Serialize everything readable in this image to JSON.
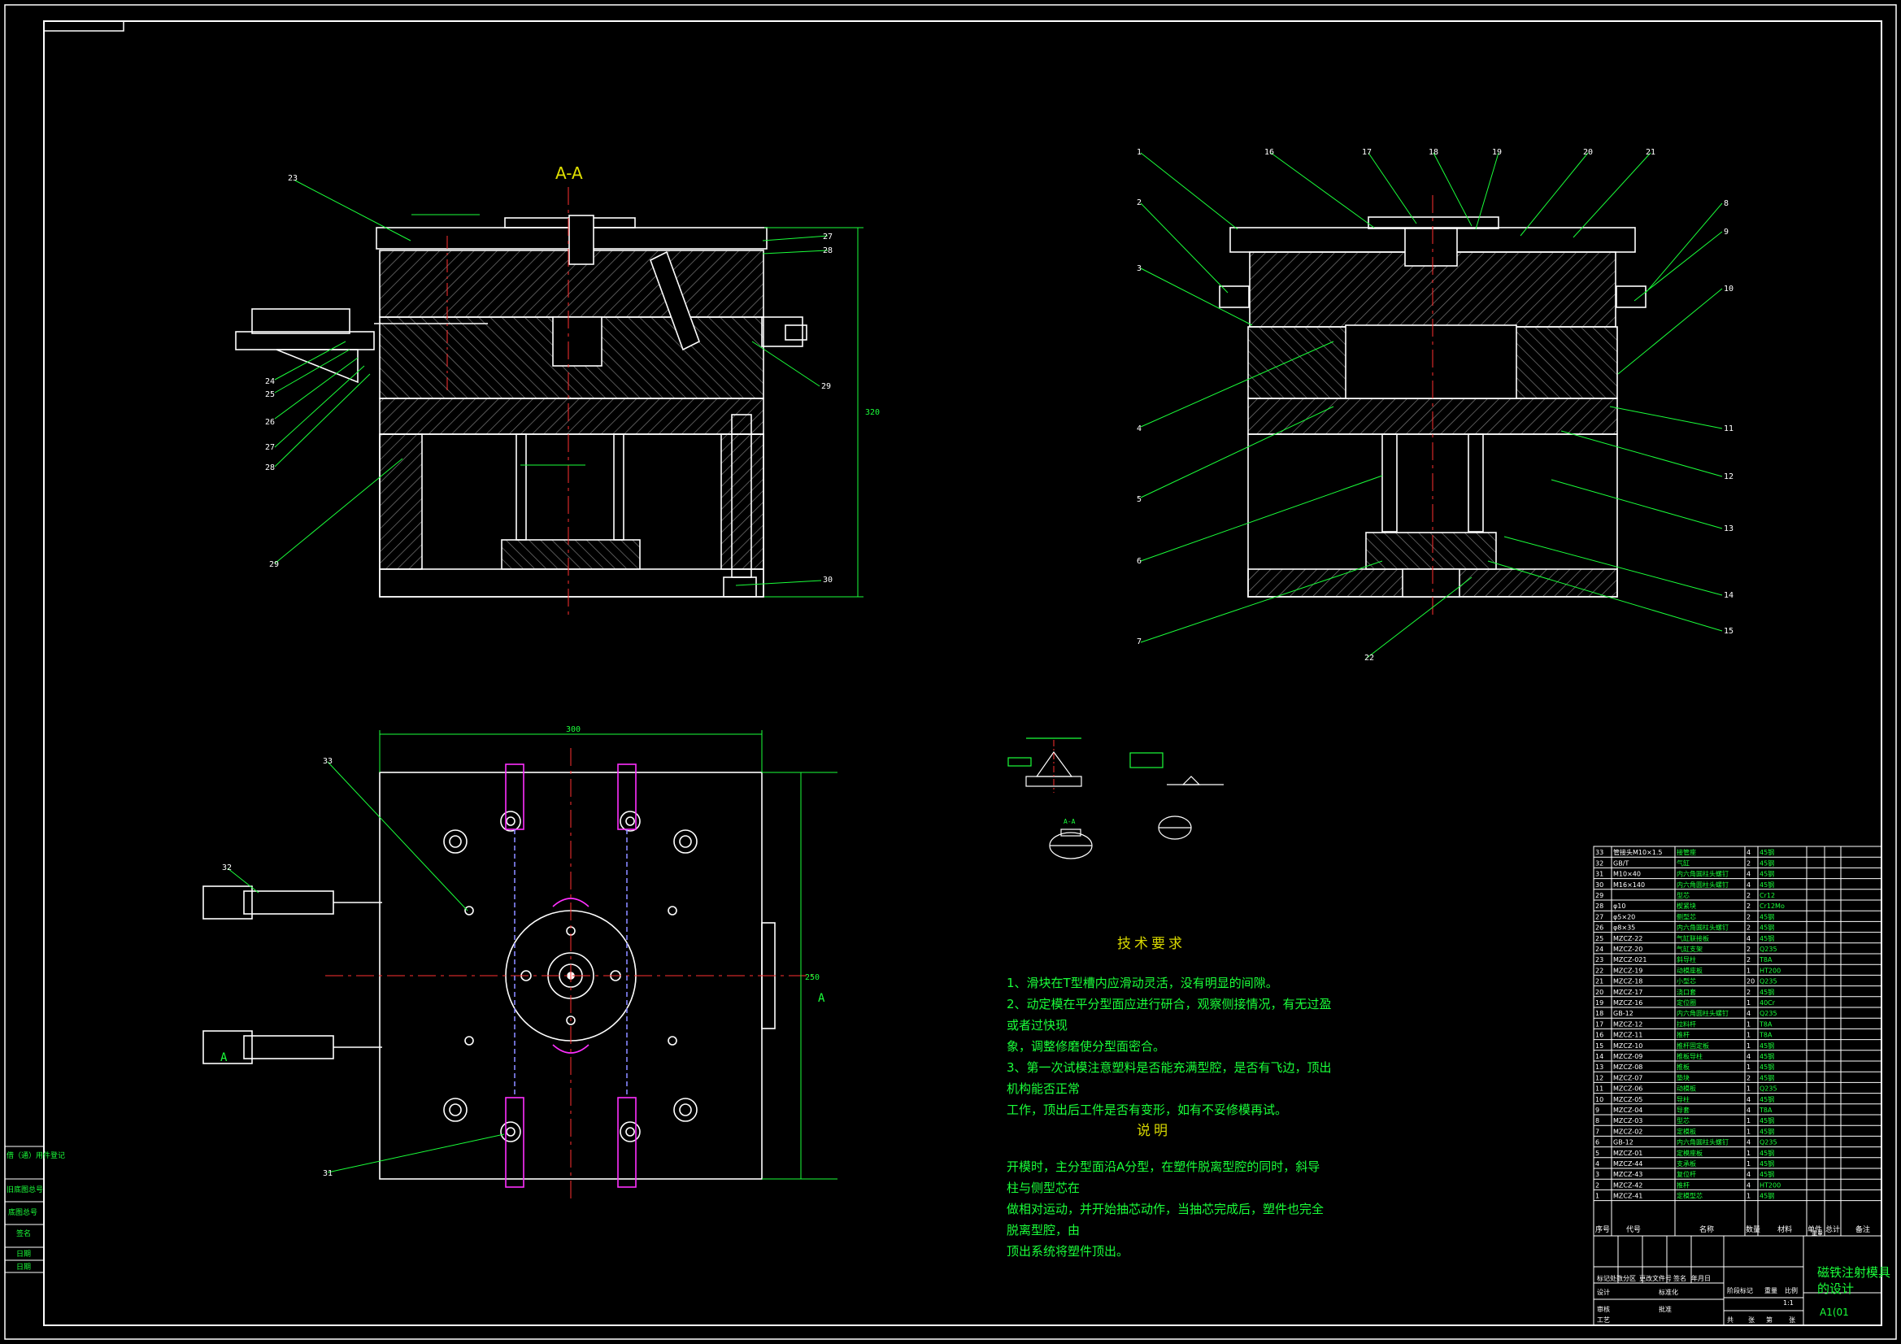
{
  "views": {
    "section_label": "A-A",
    "section_arrow": "A",
    "dims": {
      "top_width": "300",
      "side_height": "320",
      "view_height": "250",
      "detail_ab": "A-A"
    }
  },
  "left_balloons": [
    "23",
    "24",
    "25",
    "26",
    "27",
    "28",
    "29",
    "27",
    "28",
    "29",
    "30"
  ],
  "right_balloons_top": [
    "1",
    "16",
    "17",
    "18",
    "19",
    "20",
    "21"
  ],
  "right_balloons_left": [
    "2",
    "3",
    "4",
    "5",
    "6",
    "7"
  ],
  "right_balloons_right": [
    "8",
    "9",
    "10",
    "11",
    "12",
    "13",
    "14",
    "15"
  ],
  "right_balloon_bottom": "22",
  "plan_balloons": [
    "33",
    "32",
    "31"
  ],
  "tech": {
    "title": "技术要求",
    "lines": [
      "1、滑块在T型槽内应滑动灵活，没有明显的间隙。",
      "2、动定模在平分型面应进行研合，观察侧接情况，有无过盈或者过快现",
      "象，调整修磨使分型面密合。",
      "3、第一次试模注意塑料是否能充满型腔，是否有飞边，顶出机构能否正常",
      "工作，顶出后工件是否有变形，如有不妥修模再试。"
    ],
    "explain_title": "说明",
    "explain_lines": [
      "开模时，主分型面沿A分型，在塑件脱离型腔的同时，斜导柱与侧型芯在",
      "做相对运动，并开始抽芯动作，当抽芯完成后，塑件也完全脱离型腔，由",
      "顶出系统将塑件顶出。"
    ]
  },
  "bom": {
    "rows": [
      [
        "33",
        "管接头M10×1.5",
        "接管座",
        "4",
        "45钢"
      ],
      [
        "32",
        "GB/T",
        "气缸",
        "2",
        "45钢"
      ],
      [
        "31",
        "M10×40",
        "内六角圆柱头螺钉",
        "4",
        "45钢"
      ],
      [
        "30",
        "M16×140",
        "内六角圆柱头螺钉",
        "4",
        "45钢"
      ],
      [
        "29",
        "",
        "型芯",
        "2",
        "Cr12"
      ],
      [
        "28",
        "φ10",
        "楔紧块",
        "2",
        "Cr12Mo"
      ],
      [
        "27",
        "φ5×20",
        "侧型芯",
        "2",
        "45钢"
      ],
      [
        "26",
        "φ8×35",
        "内六角圆柱头螺钉",
        "2",
        "45钢"
      ],
      [
        "25",
        "MZCZ-22",
        "气缸联接板",
        "4",
        "45钢"
      ],
      [
        "24",
        "MZCZ-20",
        "气缸支架",
        "2",
        "Q235"
      ],
      [
        "23",
        "MZCZ-021",
        "斜导柱",
        "2",
        "T8A"
      ],
      [
        "22",
        "MZCZ-19",
        "动模座板",
        "1",
        "HT200"
      ],
      [
        "21",
        "MZCZ-18",
        "小型芯",
        "20",
        "Q235"
      ],
      [
        "20",
        "MZCZ-17",
        "浇口套",
        "2",
        "45钢"
      ],
      [
        "19",
        "MZCZ-16",
        "定位圈",
        "1",
        "40Cr"
      ],
      [
        "18",
        "GB-12",
        "内六角圆柱头螺钉",
        "4",
        "Q235"
      ],
      [
        "17",
        "MZCZ-12",
        "拉料杆",
        "1",
        "T8A"
      ],
      [
        "16",
        "MZCZ-11",
        "推杆",
        "1",
        "T8A"
      ],
      [
        "15",
        "MZCZ-10",
        "推杆固定板",
        "1",
        "45钢"
      ],
      [
        "14",
        "MZCZ-09",
        "推板导柱",
        "4",
        "45钢"
      ],
      [
        "13",
        "MZCZ-08",
        "推板",
        "1",
        "45钢"
      ],
      [
        "12",
        "MZCZ-07",
        "垫块",
        "2",
        "45钢"
      ],
      [
        "11",
        "MZCZ-06",
        "动模板",
        "1",
        "Q235"
      ],
      [
        "10",
        "MZCZ-05",
        "导柱",
        "4",
        "45钢"
      ],
      [
        "9",
        "MZCZ-04",
        "导套",
        "4",
        "T8A"
      ],
      [
        "8",
        "MZCZ-03",
        "型芯",
        "1",
        "45钢"
      ],
      [
        "7",
        "MZCZ-02",
        "定模板",
        "1",
        "45钢"
      ],
      [
        "6",
        "GB-12",
        "内六角圆柱头螺钉",
        "4",
        "Q235"
      ],
      [
        "5",
        "MZCZ-01",
        "定模座板",
        "1",
        "45钢"
      ],
      [
        "4",
        "MZCZ-44",
        "支承板",
        "1",
        "45钢"
      ],
      [
        "3",
        "MZCZ-43",
        "复位杆",
        "4",
        "45钢"
      ],
      [
        "2",
        "MZCZ-42",
        "推杆",
        "4",
        "HT200"
      ],
      [
        "1",
        "MZCZ-41",
        "定模型芯",
        "1",
        "45钢"
      ]
    ],
    "header": {
      "seq": "序号",
      "code": "代号",
      "name": "名称",
      "qty": "数量",
      "material": "材料",
      "unit": "单件",
      "total": "总计",
      "weight": "重量",
      "remark": "备注"
    }
  },
  "title_block": {
    "drawing_title_1": "磁铁注射模具",
    "drawing_title_2": "的设计",
    "drawing_no": "A1(01",
    "labels": [
      "标记",
      "处数",
      "分区",
      "更改文件号",
      "签名",
      "年月日",
      "设计",
      "标准化",
      "阶段标记",
      "重量",
      "比例",
      "审核",
      "工艺",
      "批准",
      "共",
      "张",
      "第",
      "张"
    ],
    "scale": "1:1"
  },
  "side_labels": [
    "借（通）用件登记",
    "旧底图总号",
    "底图总号",
    "签名",
    "日期",
    "日期"
  ],
  "colors": {
    "line": "#ffffff",
    "dim": "#1aff3a",
    "center": "#ff3030",
    "hatch": "#808080",
    "magenta": "#ff30ff",
    "yellow": "#e0e000"
  }
}
